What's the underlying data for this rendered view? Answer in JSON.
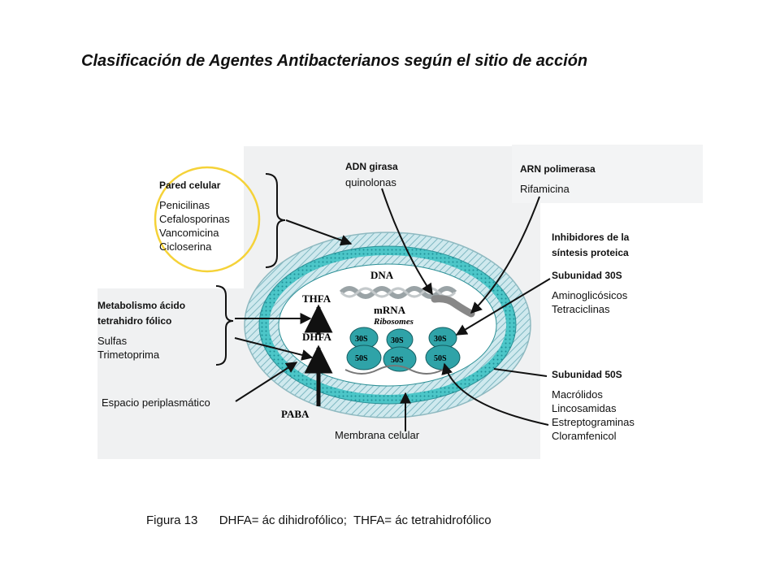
{
  "title": "Clasificación de Agentes Antibacterianos según el sitio de acción",
  "cell_labels": {
    "dna": "DNA",
    "mrna": "mRNA",
    "ribosomes": "Ribosomes",
    "thfa": "THFA",
    "dhfa": "DHFA",
    "paba": "PABA",
    "sub30s": "30S",
    "sub50s": "50S"
  },
  "pared_celular": {
    "header": "Pared celular",
    "drugs": [
      "Penicilinas",
      "Cefalosporinas",
      "Vancomicina",
      "Cicloserina"
    ]
  },
  "adn_girasa": {
    "header": "ADN girasa",
    "drug": "quinolonas"
  },
  "arn_polimerasa": {
    "header": "ARN polimerasa",
    "drug": "Rifamicina"
  },
  "inhibidores": {
    "header_line1": "Inhibidores de la",
    "header_line2": "síntesis proteica"
  },
  "subunidad_30s": {
    "header": "Subunidad 30S",
    "drugs": [
      "Aminoglicósicos",
      "Tetraciclinas"
    ]
  },
  "metabolismo": {
    "header_line1": "Metabolismo ácido",
    "header_line2": "tetrahidro fólico",
    "drugs": [
      "Sulfas",
      "Trimetoprima"
    ]
  },
  "subunidad_50s": {
    "header": "Subunidad 50S",
    "drugs": [
      "Macrólidos",
      "Lincosamidas",
      "Estreptograminas",
      "Cloramfenicol"
    ]
  },
  "espacio": "Espacio periplasmático",
  "membrana": "Membrana celular",
  "caption": {
    "figure": "Figura 13",
    "text": "DHFA= ác dihidrofólico;  THFA= ác tetrahidrofólico"
  },
  "colors": {
    "cyan": "#4cc6c8",
    "ring_light": "#bfe4ea",
    "circle": "#f5d238",
    "arrow": "#111111"
  }
}
